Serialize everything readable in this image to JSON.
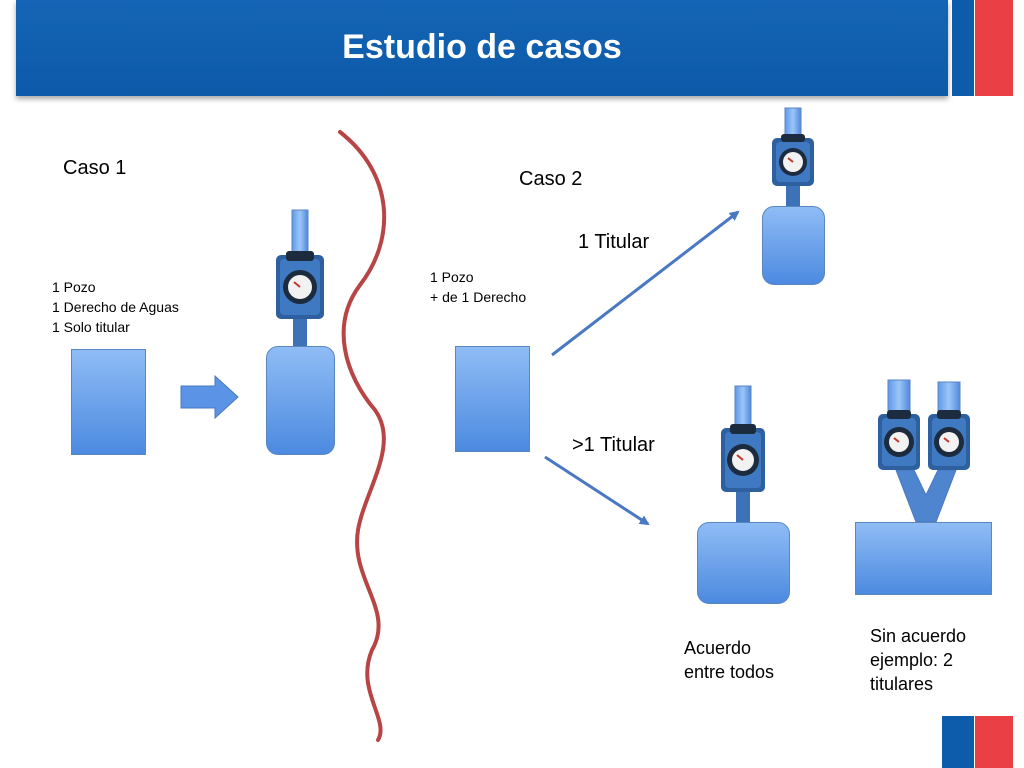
{
  "title": "Estudio de casos",
  "colors": {
    "header": "#0c5aa8",
    "accent_red": "#ea3f45",
    "box_top": "#8fbcf5",
    "box_bottom": "#4c8ae0",
    "arrow": "#4a78c2",
    "divider": "#b84545"
  },
  "case1": {
    "heading": "Caso 1",
    "lines": [
      "1 Pozo",
      "1 Derecho de Aguas",
      "1 Solo titular"
    ]
  },
  "case2": {
    "heading": "Caso 2",
    "lines": [
      "1 Pozo",
      "+ de 1 Derecho"
    ],
    "branch_single": "1 Titular",
    "branch_multi": ">1 Titular",
    "agreement": [
      "Acuerdo",
      "entre todos"
    ],
    "no_agreement": [
      "Sin acuerdo",
      "ejemplo: 2",
      "titulares"
    ]
  }
}
